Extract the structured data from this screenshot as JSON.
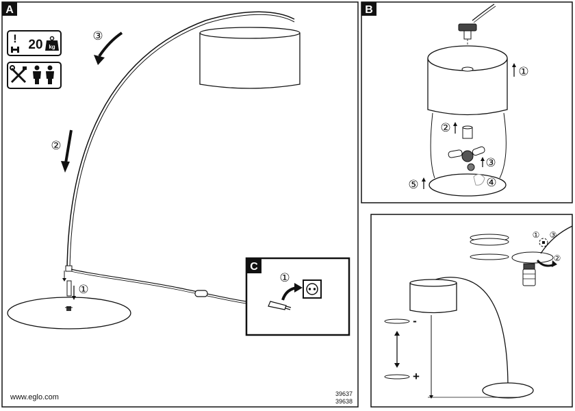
{
  "panels": {
    "a": {
      "label": "A",
      "weight": "20",
      "weight_unit": "kg",
      "warning": "!",
      "steps": [
        "①",
        "②",
        "③"
      ]
    },
    "b": {
      "label": "B",
      "steps": [
        "①",
        "②",
        "③",
        "④",
        "⑤"
      ]
    },
    "c": {
      "label": "C",
      "steps": [
        "①"
      ]
    },
    "d": {
      "steps": [
        "①",
        "③",
        "②"
      ],
      "minus": "-",
      "plus": "+"
    }
  },
  "footer": {
    "website": "www.eglo.com",
    "model_1": "39637",
    "model_2": "39638"
  }
}
